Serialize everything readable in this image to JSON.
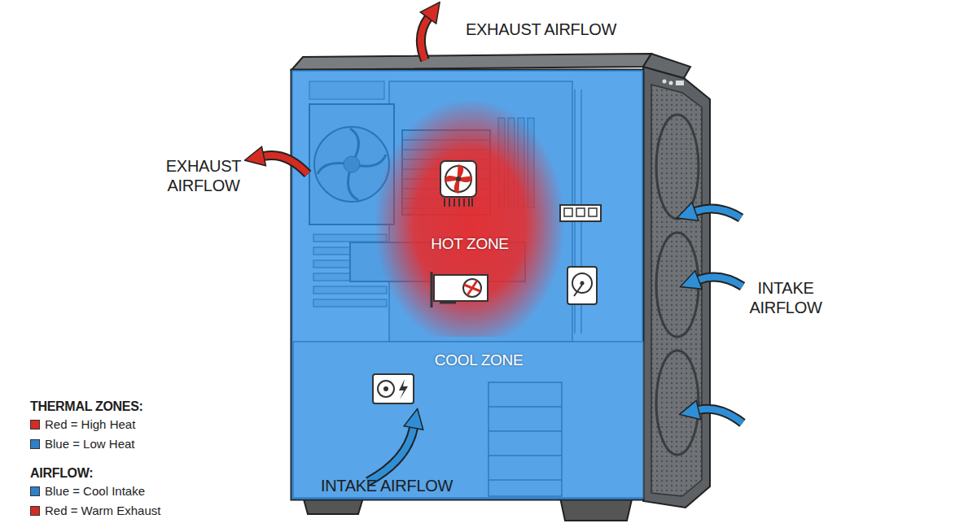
{
  "diagram": {
    "nodes": [
      {
        "text": [
          "COOL ZONE"
        ]
      },
      {
        "text": [
          "HOT ZONE"
        ],
        "in": 0
      }
    ],
    "labels": [
      "EXHAUST AIRFLOW",
      "EXHAUST AIRFLOW",
      "INTAKE AIRFLOW",
      "INTAKE AIRFLOW",
      "THERMAL ZONES:",
      "AIRFLOW:"
    ],
    "legend": [
      {
        "text": "Red = High Heat",
        "color": "#d42c23"
      },
      {
        "text": "Blue = Low Heat",
        "color": "#2f7fc9"
      },
      {
        "text": "Blue = Cool Intake",
        "color": "#2f7fc9"
      },
      {
        "text": "Red = Warm Exhaust",
        "color": "#d42c23"
      }
    ]
  }
}
